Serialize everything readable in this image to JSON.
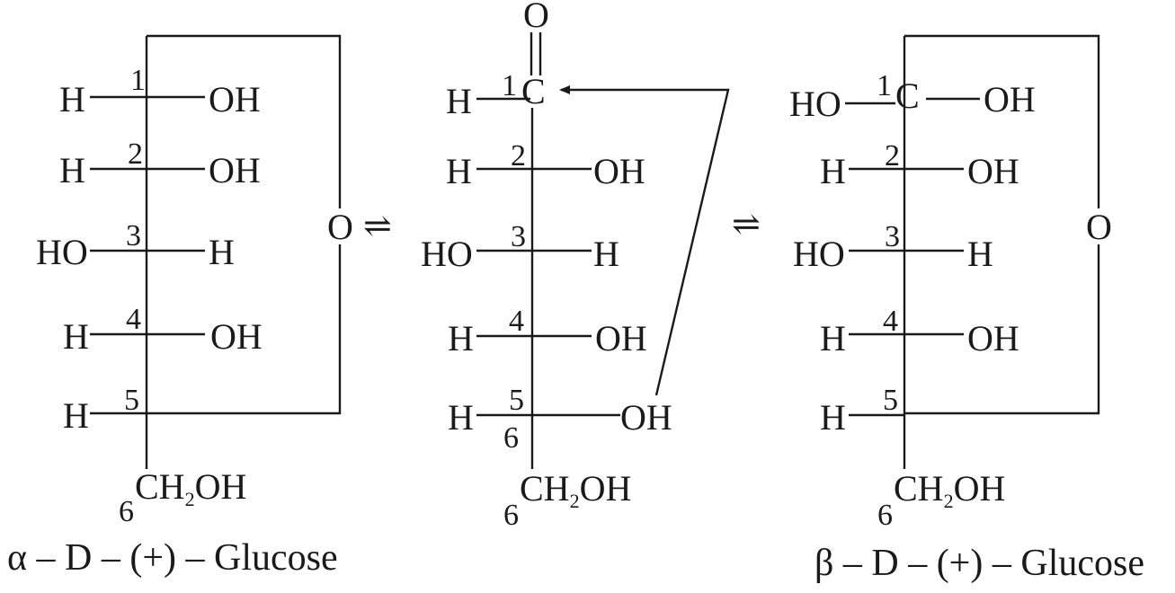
{
  "alpha": {
    "caption": "α – D – (+) – Glucose",
    "chain": [
      {
        "num": "1",
        "left": "H",
        "right": "OH"
      },
      {
        "num": "2",
        "left": "H",
        "right": "OH"
      },
      {
        "num": "3",
        "left": "HO",
        "right": "H"
      },
      {
        "num": "4",
        "left": "H",
        "right": "OH"
      },
      {
        "num": "5",
        "left": "H",
        "right": ""
      }
    ],
    "ring_oxygen": "O",
    "c6": {
      "num": "6",
      "group_main": "CH",
      "group_sub": "2",
      "group_tail": "OH"
    }
  },
  "equilibrium_1": "⇌",
  "open_chain": {
    "carbonyl_oxygen": "O",
    "c1_num": "1",
    "c1_atom": "C",
    "c1_left": "H",
    "chain": [
      {
        "num": "2",
        "left": "H",
        "right": "OH"
      },
      {
        "num": "3",
        "left": "HO",
        "right": "H"
      },
      {
        "num": "4",
        "left": "H",
        "right": "OH"
      },
      {
        "num": "5",
        "left": "H",
        "right": "OH"
      }
    ],
    "c6": {
      "num": "6",
      "group_main": "CH",
      "group_sub": "2",
      "group_tail": "OH"
    },
    "inner_6": "6"
  },
  "equilibrium_2": "⇌",
  "beta": {
    "caption": "β – D – (+) – Glucose",
    "c1_num": "1",
    "c1_atom": "C",
    "c1_left": "HO",
    "c1_right": "OH",
    "chain": [
      {
        "num": "2",
        "left": "H",
        "right": "OH"
      },
      {
        "num": "3",
        "left": "HO",
        "right": "H"
      },
      {
        "num": "4",
        "left": "H",
        "right": "OH"
      },
      {
        "num": "5",
        "left": "H",
        "right": ""
      }
    ],
    "ring_oxygen": "O",
    "c6": {
      "num": "6",
      "group_main": "CH",
      "group_sub": "2",
      "group_tail": "OH"
    }
  }
}
